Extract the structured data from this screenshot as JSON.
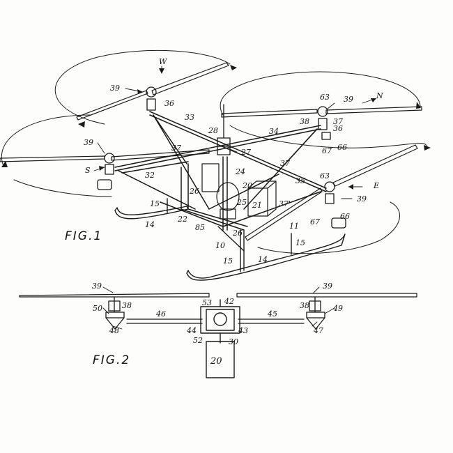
{
  "figures": [
    {
      "id": "fig1",
      "title": "FIG.1"
    },
    {
      "id": "fig2",
      "title": "FIG.2"
    }
  ],
  "labels": {
    "W": "W",
    "N": "N",
    "S": "S",
    "E": "E",
    "n39": "39",
    "n36": "36",
    "n33": "33",
    "n28": "28",
    "n34": "34",
    "n63": "63",
    "n38": "38",
    "n37": "37",
    "n67": "67",
    "n66": "66",
    "n27": "27",
    "n32": "32",
    "n24": "24",
    "n26": "26",
    "n20": "20",
    "n35": "35",
    "n21": "21",
    "n25": "25",
    "n37p": "37'",
    "n15": "15",
    "n14": "14",
    "n22": "22",
    "n85": "85",
    "n11": "11",
    "n10": "10",
    "n50": "50",
    "n48": "48",
    "n46": "46",
    "n53": "53",
    "n42": "42",
    "n44": "44",
    "n43": "43",
    "n45": "45",
    "n49": "49",
    "n47": "47",
    "n52": "52",
    "n30": "30"
  }
}
